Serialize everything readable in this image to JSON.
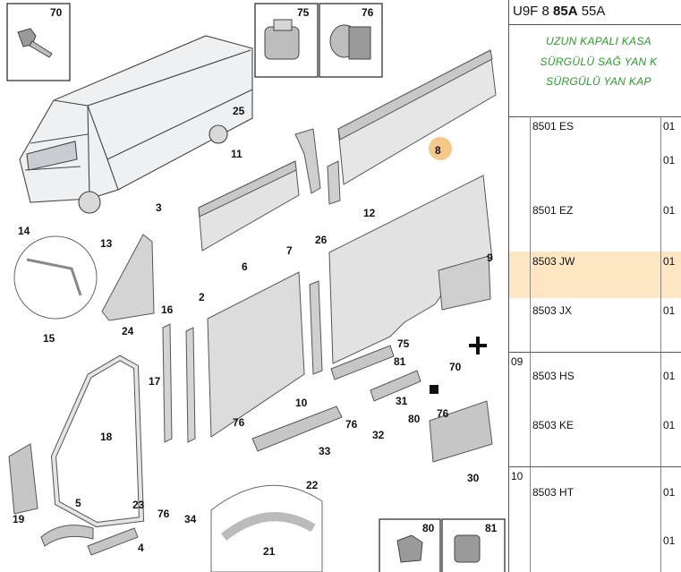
{
  "callouts": {
    "c70": "70",
    "c75": "75",
    "c76": "76",
    "c25": "25",
    "c8": "8",
    "c11": "11",
    "c3": "3",
    "c14": "14",
    "c13": "13",
    "c26": "26",
    "c12": "12",
    "c7": "7",
    "c6": "6",
    "c9": "9",
    "c2": "2",
    "c16": "16",
    "c24": "24",
    "c15": "15",
    "c75b": "75",
    "c81": "81",
    "c70b": "70",
    "c17": "17",
    "c18": "18",
    "c10": "10",
    "c31": "31",
    "c80": "80",
    "c76b": "76",
    "c76c": "76",
    "c76d": "76",
    "c32": "32",
    "c33": "33",
    "c30": "30",
    "c22": "22",
    "c23": "23",
    "c76e": "76",
    "c34": "34",
    "c19": "19",
    "c5": "5",
    "c4": "4",
    "c21": "21",
    "c80b": "80",
    "c81b": "81"
  },
  "panel": {
    "header_prefix": "U9F 8 ",
    "header_bold": "85A",
    "header_suffix": " 55A",
    "title_lines": [
      "UZUN KAPALI KASA",
      "SÜRGÜLÜ SAĞ YAN K",
      "SÜRGÜLÜ YAN KAP"
    ],
    "group_09": "09",
    "group_10": "10",
    "rows": [
      {
        "code": "8501 ES",
        "v1": "01",
        "v2": "01"
      },
      {
        "code": "8501 EZ",
        "v1": "01"
      },
      {
        "code": "8503 JW",
        "v1": "01"
      },
      {
        "code": "8503 JX",
        "v1": "01"
      },
      {
        "code": "8503 HS",
        "v1": "01"
      },
      {
        "code": "8503 KE",
        "v1": "01"
      },
      {
        "code": "8503 HT",
        "v1": "01",
        "v2": "01"
      }
    ],
    "highlight_color": "#fde6c2",
    "title_color": "#2a9a2a"
  }
}
